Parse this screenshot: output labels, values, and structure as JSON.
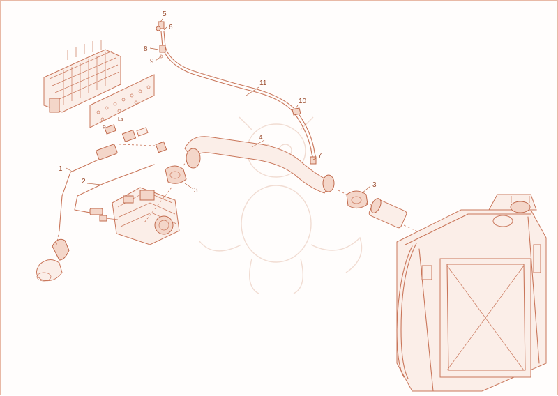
{
  "callouts": [
    {
      "id": "c5",
      "text": "5"
    },
    {
      "id": "c6",
      "text": "6"
    },
    {
      "id": "c8",
      "text": "8"
    },
    {
      "id": "c9",
      "text": "9"
    },
    {
      "id": "c11",
      "text": "11"
    },
    {
      "id": "c10",
      "text": "10"
    },
    {
      "id": "c4",
      "text": "4"
    },
    {
      "id": "c7",
      "text": "7"
    },
    {
      "id": "c1",
      "text": "1"
    },
    {
      "id": "c2",
      "text": "2"
    },
    {
      "id": "c3a",
      "text": "3"
    },
    {
      "id": "c3b",
      "text": "3"
    }
  ],
  "port_labels": {
    "ls": "Ls",
    "p": "P"
  },
  "colors": {
    "line": "#c9765a",
    "text": "#9a4a2c",
    "border": "#e8b9a6"
  }
}
